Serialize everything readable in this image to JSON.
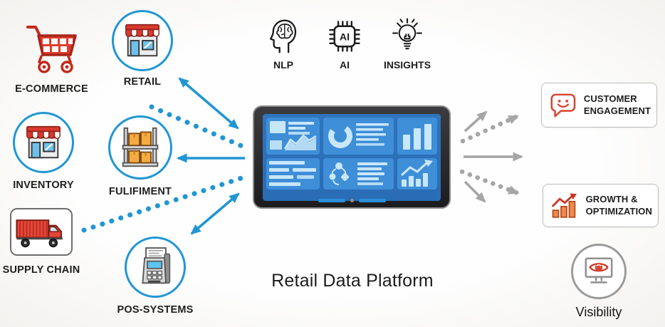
{
  "title": "Retail Data Platform",
  "colors": {
    "accent_blue": "#2196d4",
    "arrow_gray": "#a6a6a6",
    "icon_red": "#d93a2e",
    "screen_blue": "#2a6cb5",
    "tile_blue": "#3e8ed8",
    "tile_content": "#c9e7fa",
    "text_dark": "#1e1e1e"
  },
  "sources": {
    "ecommerce": {
      "label": "E-COMMERCE",
      "icon": "shopping-cart-icon"
    },
    "retail": {
      "label": "RETAIL",
      "icon": "storefront-icon"
    },
    "inventory": {
      "label": "INVENTORY",
      "icon": "storefront-icon"
    },
    "fulfilment": {
      "label": "FULIFIMENT",
      "icon": "warehouse-shelf-icon"
    },
    "supply_chain": {
      "label": "SUPPLY CHAIN",
      "icon": "truck-icon"
    },
    "pos_systems": {
      "label": "POS-SYSTEMS",
      "icon": "pos-terminal-icon"
    }
  },
  "capabilities": {
    "nlp": {
      "label": "NLP",
      "icon": "head-brain-icon"
    },
    "ai": {
      "label": "AI",
      "chip_text": "AI",
      "icon": "ai-chip-icon"
    },
    "insights": {
      "label": "INSIGHTS",
      "icon": "lightbulb-icon"
    }
  },
  "outcomes": {
    "customer_engagement": {
      "line1": "CUSTOMER",
      "line2": "ENGAGEMENT",
      "icon": "chat-smiley-icon"
    },
    "growth_optimization": {
      "line1": "GROWTH &",
      "line2": "OPTIMIZATION",
      "icon": "growth-bars-icon"
    },
    "visibility": {
      "label": "Visibility",
      "icon": "eye-monitor-icon"
    }
  }
}
